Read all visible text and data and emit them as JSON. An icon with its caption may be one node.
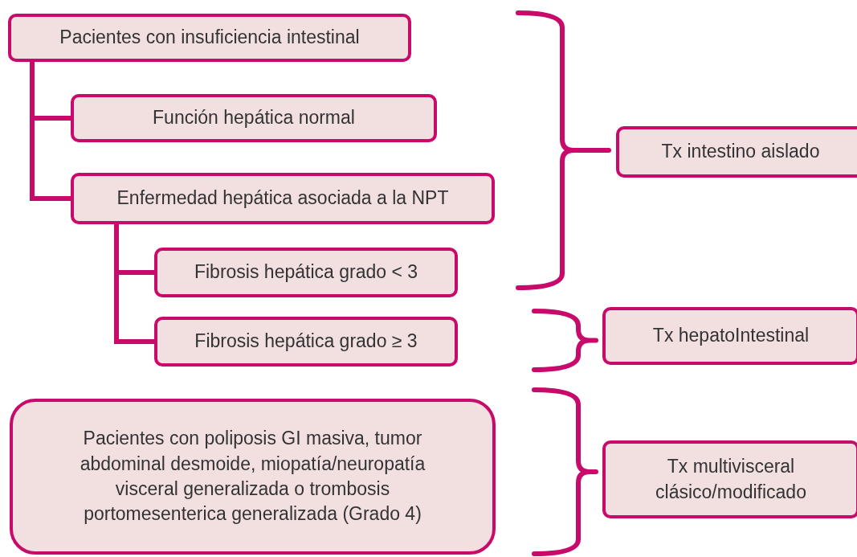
{
  "diagram": {
    "nodes": [
      {
        "text": [
          "Pacientes con insuficiencia intestinal"
        ]
      },
      {
        "text": [
          "Función hepática normal"
        ]
      },
      {
        "text": [
          "Enfermedad hepática asociada a la NPT"
        ]
      },
      {
        "text": [
          "Fibrosis hepática grado < 3"
        ]
      },
      {
        "text": [
          "Fibrosis hepática grado ≥ 3"
        ]
      },
      {
        "text": [
          "Tx intestino aislado"
        ]
      },
      {
        "text": [
          "Tx hepatoIntestinal"
        ]
      },
      {
        "text": [
          "Pacientes con poliposis GI masiva, tumor abdominal desmoide, miopatía/neuropatía visceral generalizada o trombosis portomesenterica generalizada (Grado 4)"
        ]
      },
      {
        "text": [
          "Tx multivisceral clásico/modificado"
        ]
      }
    ],
    "edges": [
      {
        "from": 0,
        "to": 1,
        "arrow": "none"
      },
      {
        "from": 0,
        "to": 2,
        "arrow": "none"
      },
      {
        "from": 2,
        "to": 3,
        "arrow": "none"
      },
      {
        "from": 2,
        "to": 4,
        "arrow": "none"
      }
    ]
  }
}
